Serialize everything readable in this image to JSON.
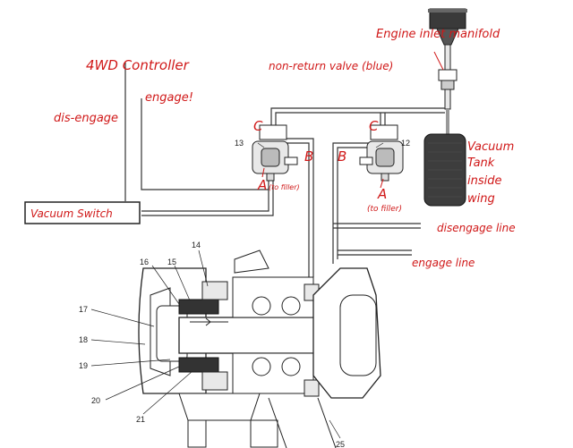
{
  "labels": {
    "engine_inlet_manifold": "Engine inlet manifold",
    "non_return_valve": "non-return valve (blue)",
    "controller": "4WD Controller",
    "engage": "engage!",
    "disengage": "dis-engage",
    "port_c_left": "C",
    "port_c_right": "C",
    "port_b_left": "B",
    "port_b_right": "B",
    "port_a_left": "A",
    "port_a_right": "A",
    "filter_left": "(to filler)",
    "filter_right": "(to filler)",
    "vacuum_tank": [
      "Vacuum",
      "Tank",
      "inside",
      "wing"
    ],
    "vacuum_switch": "Vacuum Switch",
    "disengage_line": "disengage line",
    "engage_line": "engage line"
  },
  "part_numbers": [
    "13",
    "12",
    "14",
    "15",
    "16",
    "17",
    "18",
    "19",
    "20",
    "21",
    "25"
  ],
  "colors": {
    "annotation": "#d01818",
    "line": "#222222"
  }
}
